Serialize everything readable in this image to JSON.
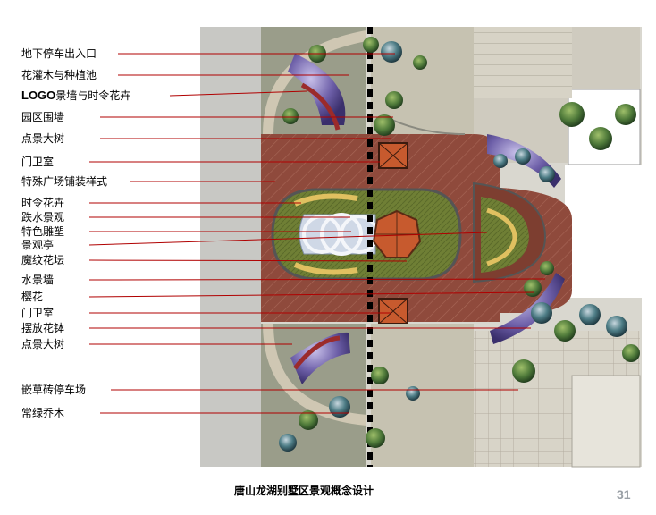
{
  "labels": {
    "l1": "地下停车出入口",
    "l2": "花灌木与种植池",
    "l3_logo": "LOGO",
    "l3_rest": "景墙与时令花卉",
    "l4": "园区围墙",
    "l5": "点景大树",
    "l6": "门卫室",
    "l7": "特殊广场铺装样式",
    "l8": "时令花卉",
    "l9": "跌水景观",
    "l10": "特色雕塑",
    "l11": "景观亭",
    "l12": "魔纹花坛",
    "l13": "水景墙",
    "l14": "樱花",
    "l15": "门卫室",
    "l16": "摆放花钵",
    "l17": "点景大树",
    "l18": "嵌草砖停车场",
    "l19": "常绿乔木"
  },
  "footer": {
    "title": "唐山龙湖别墅区景观概念设计",
    "page": "31"
  },
  "colors": {
    "leader": "#b00000",
    "plaza": "#8f4a3c",
    "lawn": "#6f7f35",
    "road": "#c9c9c4",
    "tree": "#4f7a3a",
    "purple": "#6d5fa8"
  }
}
